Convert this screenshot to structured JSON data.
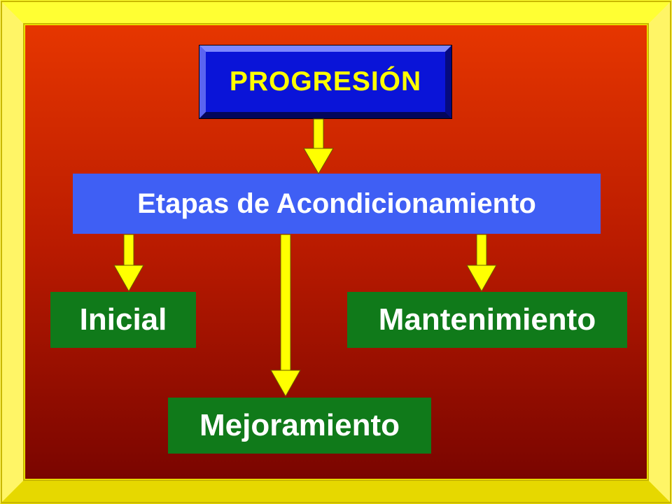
{
  "diagram": {
    "title": "PROGRESIÓN",
    "stages_label": "Etapas de Acondicionamiento",
    "nodes": {
      "inicial": "Inicial",
      "mantenimiento": "Mantenimiento",
      "mejoramiento": "Mejoramiento"
    },
    "edges": [
      {
        "from": "PROGRESIÓN",
        "to": "Etapas de Acondicionamiento"
      },
      {
        "from": "Etapas de Acondicionamiento",
        "to": "Inicial"
      },
      {
        "from": "Etapas de Acondicionamiento",
        "to": "Mejoramiento"
      },
      {
        "from": "Etapas de Acondicionamiento",
        "to": "Mantenimiento"
      }
    ]
  },
  "colors": {
    "frame_yellow": "#ffff00",
    "background_top": "#e63600",
    "background_bottom": "#7a0500",
    "title_box": "#0a14d8",
    "title_text": "#ffff00",
    "stages_box": "#3f5ff4",
    "node_box": "#107a1a",
    "arrow": "#ffff00"
  }
}
